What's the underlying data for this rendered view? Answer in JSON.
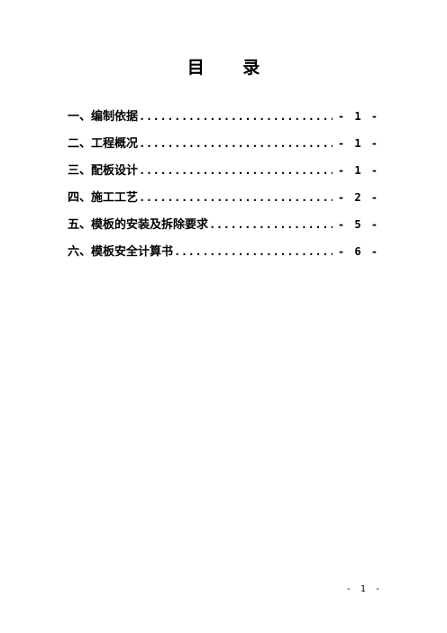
{
  "document": {
    "title": "目 录",
    "toc": [
      {
        "label": "一、编制依据",
        "page": "- 1 -"
      },
      {
        "label": "二、工程概况",
        "page": "- 1 -"
      },
      {
        "label": "三、配板设计",
        "page": "- 1 -"
      },
      {
        "label": "四、施工工艺",
        "page": "- 2 -"
      },
      {
        "label": "五、模板的安装及拆除要求",
        "page": "- 5 -"
      },
      {
        "label": "六、模板安全计算书",
        "page": "- 6 -"
      }
    ],
    "footer_page_number": "- 1 -"
  }
}
